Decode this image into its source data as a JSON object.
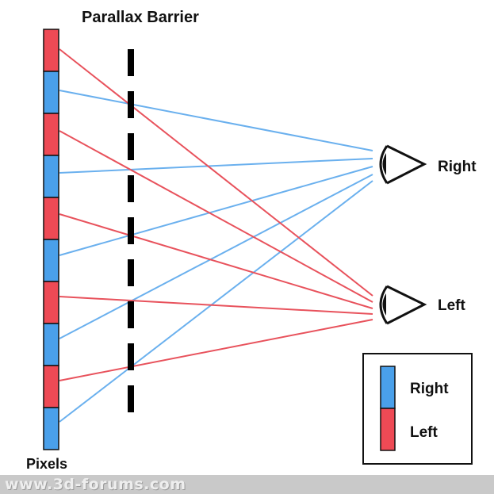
{
  "title": "Parallax Barrier",
  "pixels_label": "Pixels",
  "eyes": {
    "right_label": "Right",
    "left_label": "Left"
  },
  "legend": {
    "items": [
      {
        "label": "Right",
        "color": "#4aa0ea"
      },
      {
        "label": "Left",
        "color": "#ee4a55"
      }
    ]
  },
  "pixel_column": [
    "Left",
    "Right",
    "Left",
    "Right",
    "Left",
    "Right",
    "Left",
    "Right",
    "Left",
    "Right"
  ],
  "colors": {
    "right": "#4aa0ea",
    "left": "#ee4a55",
    "ray_right": "#6ab0ee",
    "ray_left": "#e8525c",
    "barrier": "#000000",
    "outline": "#111111"
  },
  "watermark": "www.3d-forums.com"
}
